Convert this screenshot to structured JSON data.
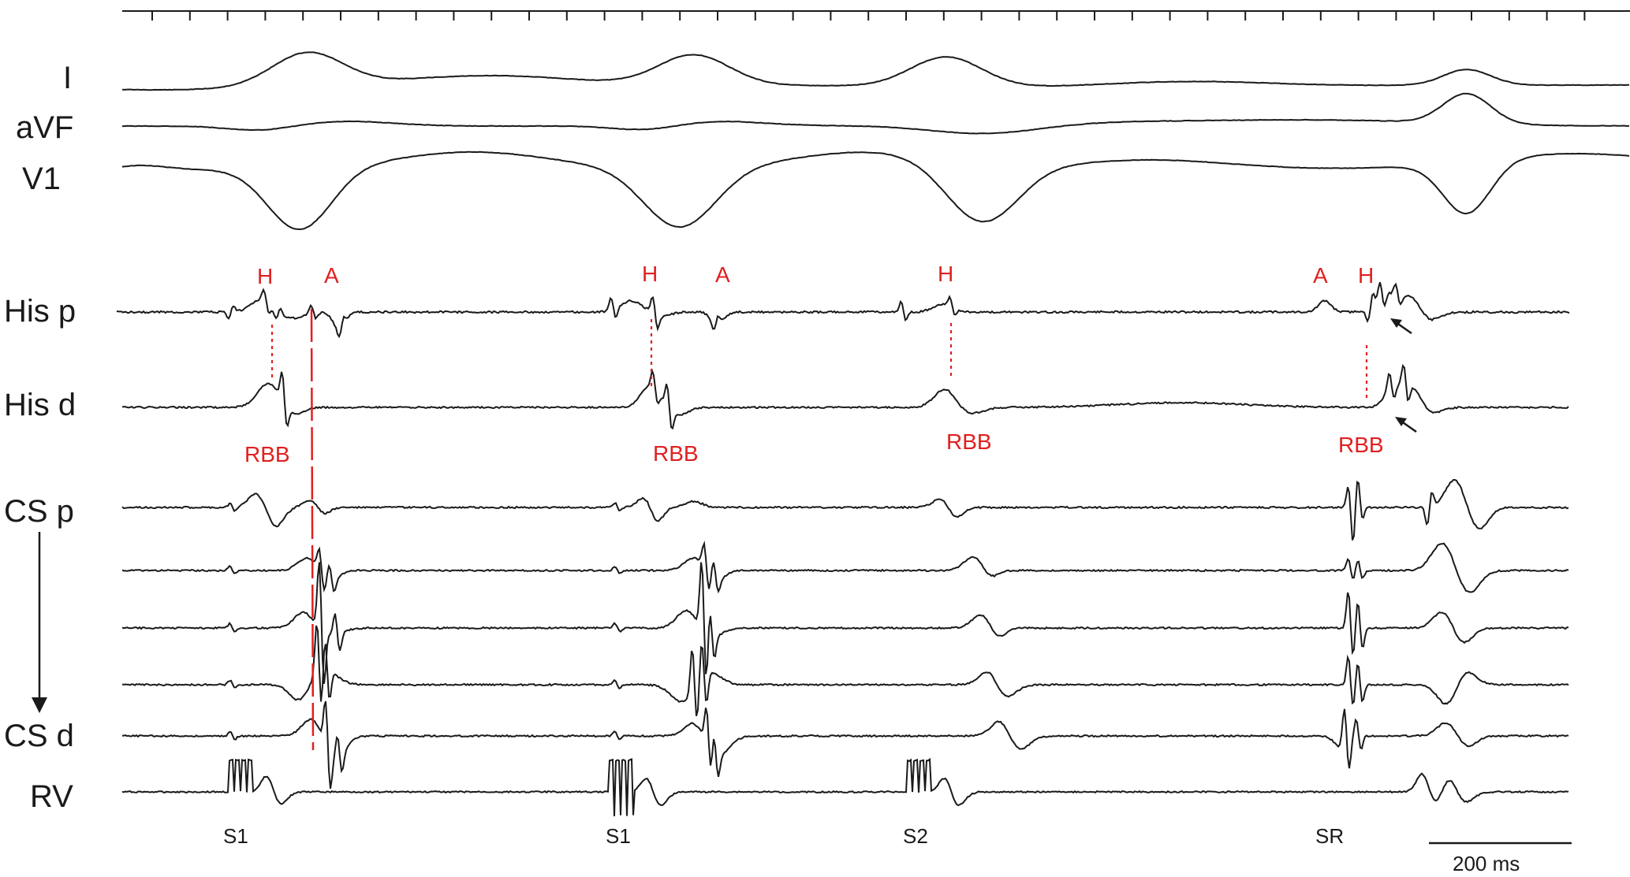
{
  "leads": {
    "surface": [
      "I",
      "aVF",
      "V1"
    ],
    "his_p": "His p",
    "his_d": "His d",
    "cs_p": "CS p",
    "cs_d": "CS d",
    "rv": "RV"
  },
  "annotations": {
    "h": "H",
    "a": "A",
    "rbb": "RBB"
  },
  "stimuli": [
    "S1",
    "S1",
    "S2",
    "SR"
  ],
  "scale_bar": {
    "label": "200 ms"
  },
  "colors": {
    "trace": "#1a1a1a",
    "annotation": "#e02020"
  }
}
